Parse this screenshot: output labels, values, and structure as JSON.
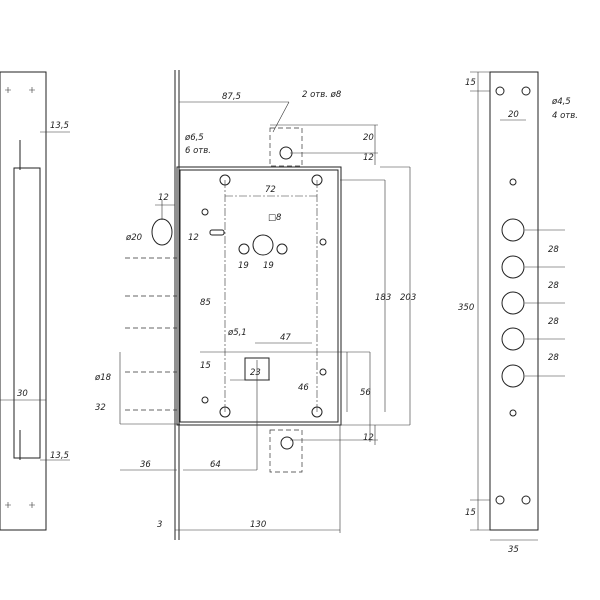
{
  "dims": {
    "side_top": "13,5",
    "side_bot": "13,5",
    "side_width": "30",
    "top_offset": "87,5",
    "strike_holes": "2 отв. ø8",
    "fix_hole_d": "ø6,5",
    "fix_hole_n": "6 отв.",
    "strike_20": "20",
    "strike_12_top": "12",
    "cyl_12": "12",
    "cyl_d": "ø20",
    "span_72": "72",
    "square": "□8",
    "s19a": "19",
    "s19b": "19",
    "v85": "85",
    "small_hole": "ø5,1",
    "h47": "47",
    "v15": "15",
    "w23": "23",
    "bolt_d": "ø18",
    "v32": "32",
    "v46": "46",
    "v56": "56",
    "v183": "183",
    "v203": "203",
    "strike_12_bot": "12",
    "h36": "36",
    "h64": "64",
    "plate3": "3",
    "w130": "130",
    "face_350": "350",
    "face_15_top": "15",
    "face_20": "20",
    "face_hole": "ø4,5",
    "face_hole_n": "4 отв.",
    "p28a": "28",
    "p28b": "28",
    "p28c": "28",
    "p28d": "28",
    "face_15_bot": "15",
    "face_35": "35"
  }
}
